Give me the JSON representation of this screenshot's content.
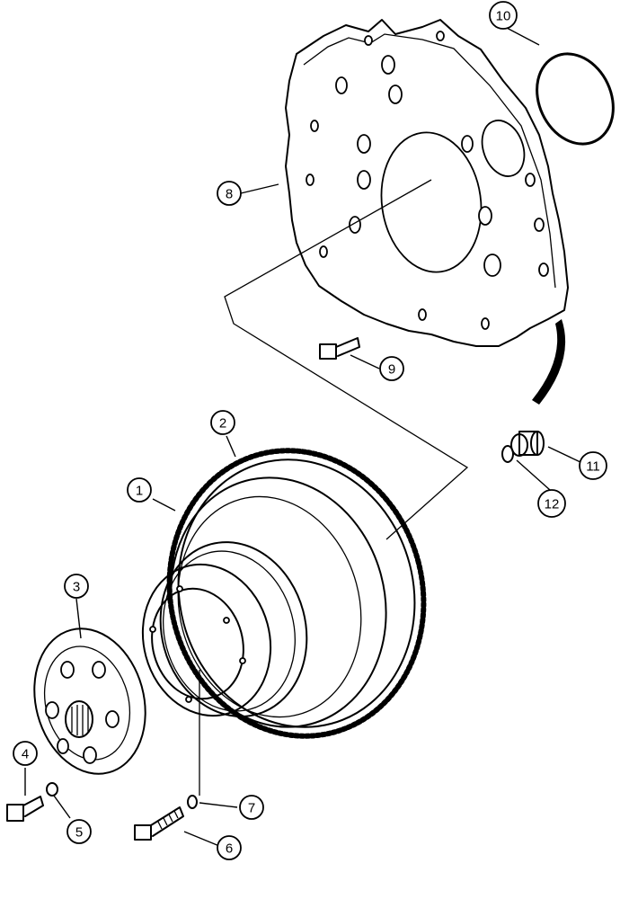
{
  "callouts": [
    {
      "label": "1",
      "part": "flywheel-housing"
    },
    {
      "label": "2",
      "part": "ring-gear"
    },
    {
      "label": "3",
      "part": "damper-plate"
    },
    {
      "label": "4",
      "part": "damper-bolt"
    },
    {
      "label": "5",
      "part": "damper-washer"
    },
    {
      "label": "6",
      "part": "flywheel-bolt"
    },
    {
      "label": "7",
      "part": "flywheel-washer"
    },
    {
      "label": "8",
      "part": "adapter-plate"
    },
    {
      "label": "9",
      "part": "plate-bolt"
    },
    {
      "label": "10",
      "part": "o-ring"
    },
    {
      "label": "11",
      "part": "plug"
    },
    {
      "label": "12",
      "part": "plug-seal"
    }
  ]
}
